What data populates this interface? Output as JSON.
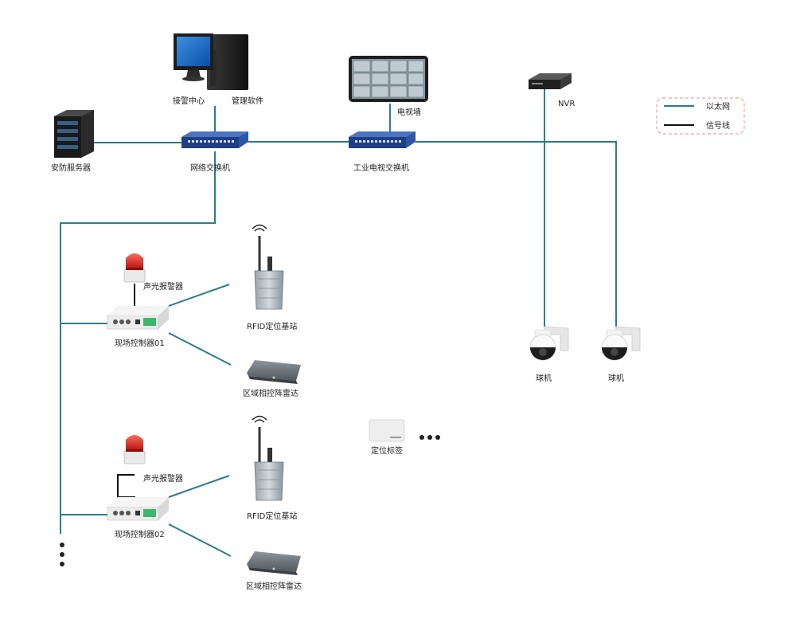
{
  "colors": {
    "ethernet": "#2e7d85",
    "signal": "#111111",
    "legend_border": "#e58f8f",
    "switch_blue": "#2f56a4",
    "alarm_red": "#d81e1e"
  },
  "legend": {
    "ethernet_label": "以太网",
    "signal_label": "信号线"
  },
  "nodes": {
    "alarm_center": "接警中心",
    "mgmt_software": "管理软件",
    "tv_wall": "电视墙",
    "nvr": "NVR",
    "security_server": "安防服务器",
    "network_switch": "网络交换机",
    "industrial_switch": "工业电视交换机",
    "alarm_1": "声光报警器",
    "controller_1": "现场控制器01",
    "rfid_1": "RFID定位基站",
    "radar_1": "区域相控阵雷达",
    "alarm_2": "声光报警器",
    "controller_2": "现场控制器02",
    "rfid_2": "RFID定位基站",
    "radar_2": "区域相控阵雷达",
    "tag": "定位标签",
    "dome_cam_1": "球机",
    "dome_cam_2": "球机"
  },
  "icons": [
    "desktop-pc-icon",
    "tv-wall-icon",
    "nvr-icon",
    "server-icon",
    "switch-icon",
    "alarm-light-icon",
    "controller-icon",
    "rfid-base-station-icon",
    "radar-icon",
    "tag-icon",
    "dome-camera-icon",
    "ellipsis-icon"
  ]
}
